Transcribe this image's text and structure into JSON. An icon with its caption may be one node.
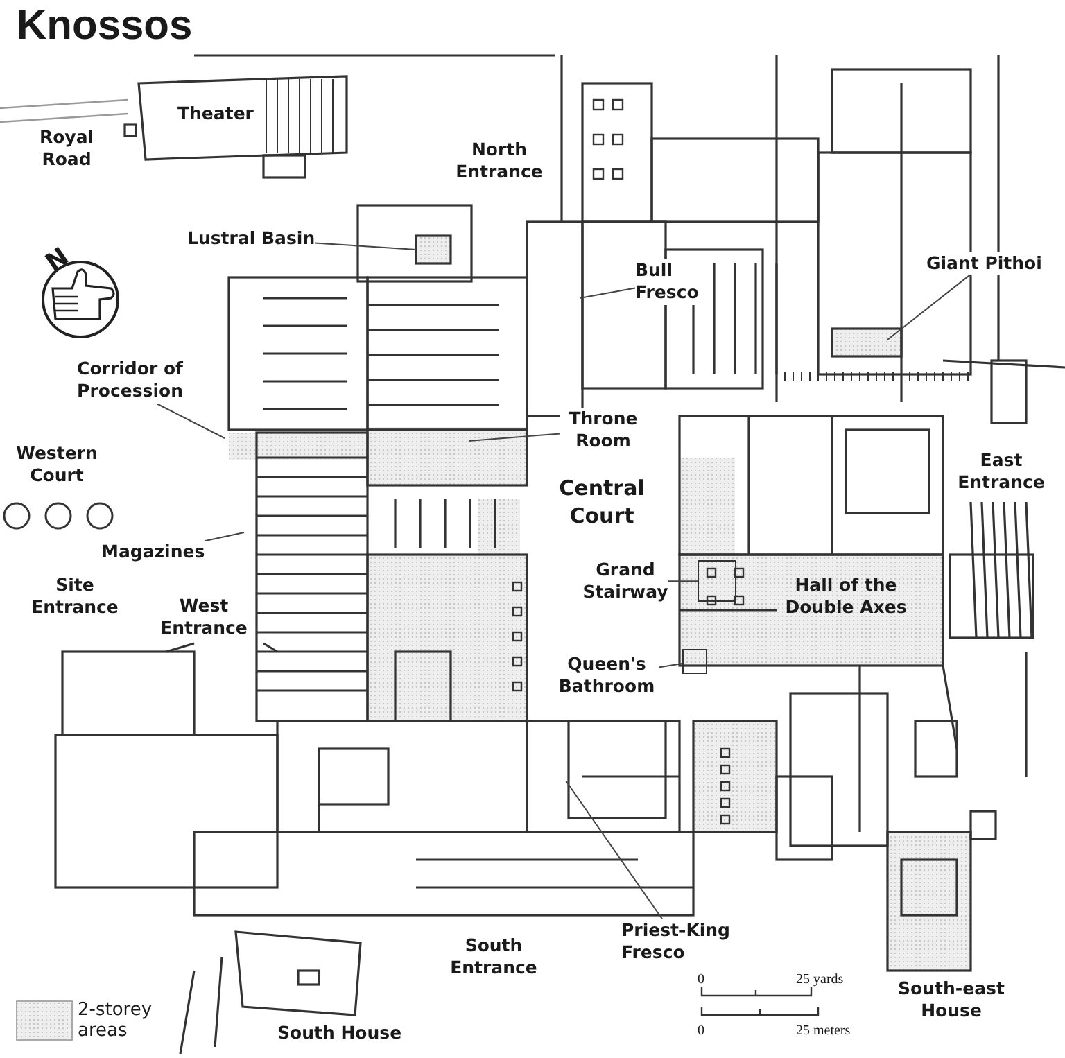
{
  "diagram": {
    "title": "Knossos",
    "nodes": [
      {
        "text": [
          "Lustral Basin"
        ]
      },
      {
        "text": [
          "Bull Fresco"
        ]
      },
      {
        "text": [
          "Giant Pithoi"
        ]
      },
      {
        "text": [
          "Corridor of Procession"
        ]
      },
      {
        "text": [
          "Throne Room"
        ]
      },
      {
        "text": [
          "Magazines"
        ]
      },
      {
        "text": [
          "Grand Stairway"
        ]
      },
      {
        "text": [
          "Queen's Bathroom"
        ]
      },
      {
        "text": [
          "Priest-King Fresco"
        ]
      },
      {
        "text": [],
        "shape": "box"
      },
      {
        "text": [],
        "shape": "box"
      }
    ],
    "edges": [
      {
        "from": 0,
        "to": null,
        "arrow": "none"
      },
      {
        "from": 1,
        "to": null,
        "arrow": "none"
      },
      {
        "from": 2,
        "to": null,
        "arrow": "none"
      },
      {
        "from": 3,
        "to": null,
        "arrow": "none"
      },
      {
        "from": 4,
        "to": null,
        "arrow": "none"
      },
      {
        "from": 5,
        "to": null,
        "arrow": "none"
      },
      {
        "from": 6,
        "to": 9,
        "arrow": "none"
      },
      {
        "from": 7,
        "to": 10,
        "arrow": "none"
      },
      {
        "from": 8,
        "to": null,
        "arrow": "none"
      }
    ],
    "labels": [
      "Theater",
      "Royal Road",
      "North Entrance",
      "N",
      "Western Court",
      "Central Court",
      "East Entrance",
      "Site Entrance",
      "West Entrance",
      "Hall of the Double Axes",
      "South Entrance",
      "South House",
      "South-east House",
      "0",
      "25 yards",
      "0",
      "25 meters"
    ],
    "legend": [
      {
        "text": "2-storey areas"
      }
    ]
  }
}
